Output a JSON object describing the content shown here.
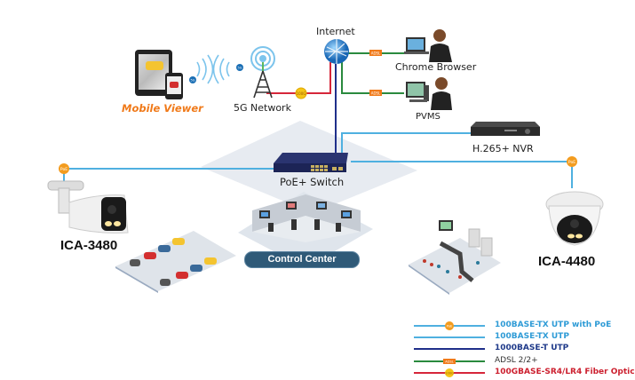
{
  "nodes": {
    "internet": "Internet",
    "mobile_viewer": "Mobile Viewer",
    "network_5g": "5G Network",
    "chrome_browser": "Chrome Browser",
    "pvms": "PVMS",
    "nvr": "H.265+ NVR",
    "switch": "PoE+ Switch",
    "control_center": "Control Center",
    "camera_left": "ICA-3480",
    "camera_right": "ICA-4480"
  },
  "badges": {
    "poe": "PoE",
    "adsl": "ADSL",
    "fiber": "100G",
    "wireless": "5G"
  },
  "legend": [
    {
      "label": "100BASE-TX UTP with PoE",
      "line_color": "#4fb0e0",
      "text_color": "#2e9bd6",
      "badge": "PoE"
    },
    {
      "label": "100BASE-TX UTP",
      "line_color": "#4fb0e0",
      "text_color": "#2e9bd6",
      "badge": null
    },
    {
      "label": "1000BASE-T UTP",
      "line_color": "#1f2f8a",
      "text_color": "#1f3a8a",
      "badge": null
    },
    {
      "label": "ADSL 2/2+",
      "line_color": "#2a8a3e",
      "text_color": "#333333",
      "badge": "ADSL"
    },
    {
      "label": "100GBASE-SR4/LR4 Fiber Optic",
      "line_color": "#d6263a",
      "text_color": "#cc1f2e",
      "badge": "100G"
    }
  ],
  "colors": {
    "utp_poe": "#4fb0e0",
    "utp_gigabit": "#1f2f8a",
    "adsl": "#2a8a3e",
    "fiber": "#d6263a",
    "mobile_viewer_text": "#f07a1a",
    "control_center_badge": "#2f5a78"
  }
}
